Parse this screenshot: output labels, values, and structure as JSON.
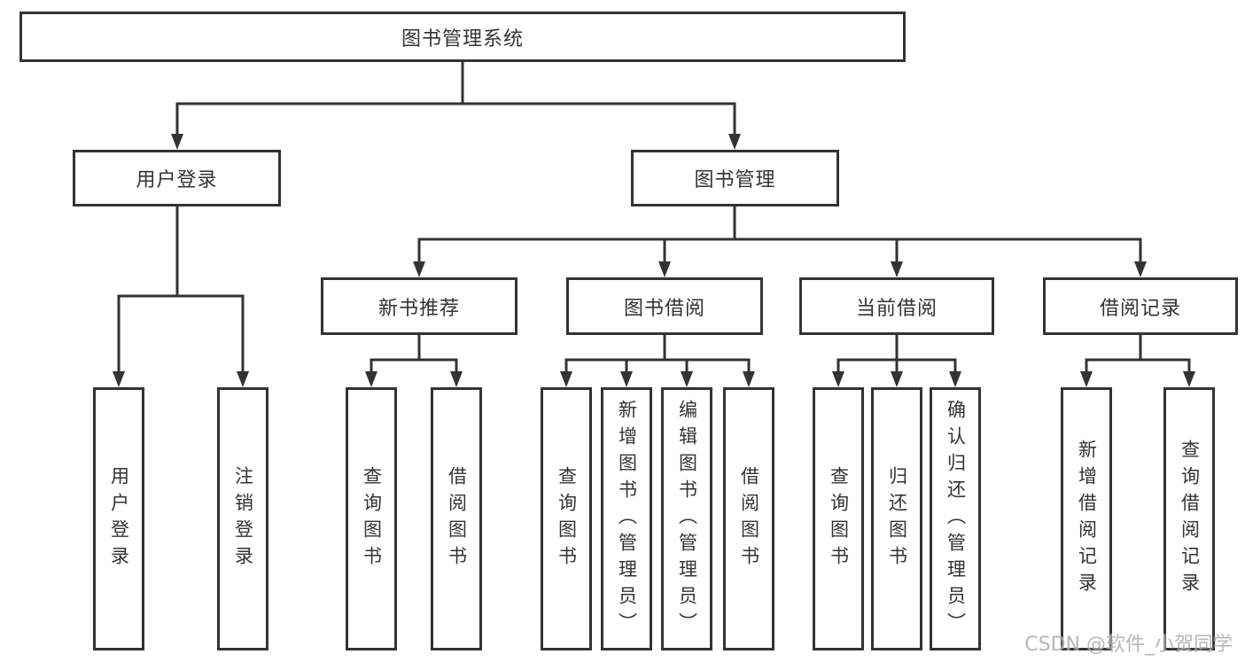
{
  "tree": {
    "root": {
      "label": "图书管理系统"
    },
    "level2": [
      {
        "label": "用户登录"
      },
      {
        "label": "图书管理"
      }
    ],
    "level3": [
      {
        "label": "新书推荐"
      },
      {
        "label": "图书借阅"
      },
      {
        "label": "当前借阅"
      },
      {
        "label": "借阅记录"
      }
    ],
    "leaves": {
      "user_login": [
        {
          "label": "用户登录"
        },
        {
          "label": "注销登录"
        }
      ],
      "new_book": [
        {
          "label": "查询图书"
        },
        {
          "label": "借阅图书"
        }
      ],
      "book_borrowing": [
        {
          "label": "查询图书"
        },
        {
          "label": "新增图书（管理员）"
        },
        {
          "label": "编辑图书（管理员）"
        },
        {
          "label": "借阅图书"
        }
      ],
      "current_borrowing": [
        {
          "label": "查询图书"
        },
        {
          "label": "归还图书"
        },
        {
          "label": "确认归还（管理员）"
        }
      ],
      "borrowing_records": [
        {
          "label": "新增借阅记录"
        },
        {
          "label": "查询借阅记录"
        }
      ]
    }
  },
  "watermark": "CSDN @软件_小贺同学",
  "colors": {
    "line": "#333333",
    "text": "#333333",
    "box_background": "#ffffff",
    "watermark": "#ababab"
  }
}
